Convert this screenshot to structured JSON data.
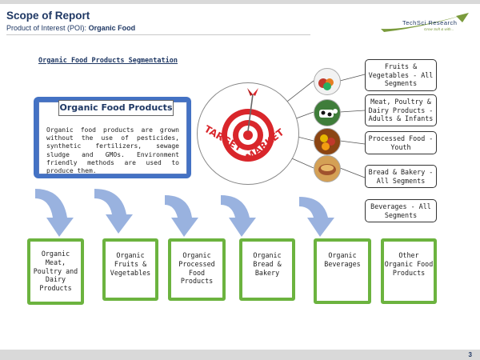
{
  "header": {
    "title": "Scope of Report",
    "subtitle_prefix": "Product of Interest (POI):",
    "subtitle_value": "Organic Food"
  },
  "logo": {
    "text": "TechSci Research",
    "tagline": "Grow Soft & with..."
  },
  "segmentation_heading": "Organic Food Products Segmentation",
  "product_box": {
    "title": "Organic Food Products",
    "description": "Organic food products are grown without the use of pesticides, synthetic fertilizers, sewage sludge and GMOs. Environment friendly methods are used to produce them."
  },
  "target": {
    "top_word": "TARGET",
    "bottom_word": "MARKET"
  },
  "segments": [
    {
      "label": "Fruits & Vegetables - All Segments"
    },
    {
      "label": "Meat, Poultry & Dairy Products - Adults & Infants"
    },
    {
      "label": "Processed Food - Youth"
    },
    {
      "label": "Bread & Bakery - All Segments"
    },
    {
      "label": "Beverages - All Segments"
    }
  ],
  "categories": [
    {
      "label": "Organic Meat, Poultry and Dairy Products"
    },
    {
      "label": "Organic Fruits & Vegetables"
    },
    {
      "label": "Organic Processed Food Products"
    },
    {
      "label": "Organic Bread & Bakery"
    },
    {
      "label": "Organic Beverages"
    },
    {
      "label": "Other Organic Food Products"
    }
  ],
  "footer": {
    "page_number": "3"
  },
  "colors": {
    "title": "#1f3864",
    "box_blue": "#4472c4",
    "category_green": "#6cb33f",
    "arrow_blue": "#8faadc",
    "target_red": "#d9262b"
  }
}
